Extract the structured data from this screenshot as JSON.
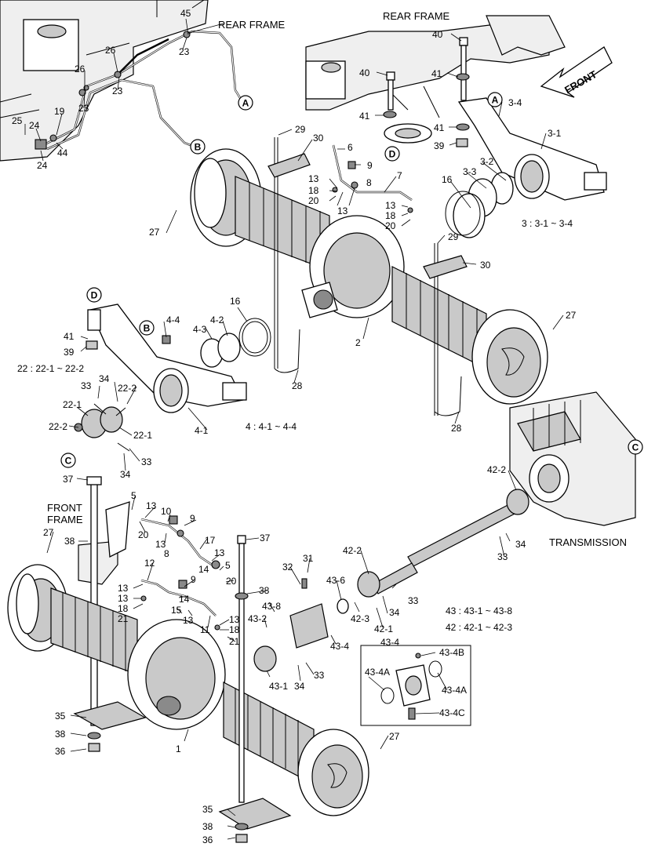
{
  "labels": {
    "rear_frame_left": "REAR FRAME",
    "rear_frame_right": "REAR FRAME",
    "front_arrow": "FRONT",
    "front_frame_line1": "FRONT",
    "front_frame_line2": "FRAME",
    "transmission": "TRANSMISSION",
    "group_3": "3 : 3-1 ~ 3-4",
    "group_22": "22 : 22-1 ~ 22-2",
    "group_4": "4 : 4-1 ~ 4-4",
    "group_43": "43 : 43-1 ~ 43-8",
    "group_42": "42 : 42-1 ~ 42-3",
    "inset_title": "43-4"
  },
  "callout_letters": [
    "A",
    "B",
    "C",
    "D"
  ],
  "part_numbers": {
    "rear_lines": [
      "45",
      "23",
      "26",
      "26",
      "23",
      "23",
      "19",
      "25",
      "24",
      "24",
      "44"
    ],
    "rear_axle": [
      "40",
      "40",
      "41",
      "41",
      "41",
      "39",
      "3-4",
      "3-1",
      "3-2",
      "3-3",
      "16",
      "29",
      "30",
      "6",
      "9",
      "7",
      "13",
      "18",
      "20",
      "8",
      "13",
      "13",
      "18",
      "20",
      "27",
      "29",
      "30",
      "2",
      "27",
      "16",
      "28",
      "28"
    ],
    "rear_bracket": [
      "41",
      "39",
      "4-4",
      "4-3",
      "4-2",
      "33",
      "34",
      "22-2",
      "22-1",
      "22-2",
      "22-1",
      "33",
      "34",
      "4-1"
    ],
    "front_axle": [
      "37",
      "5",
      "13",
      "10",
      "9",
      "27",
      "38",
      "20",
      "13",
      "8",
      "17",
      "13",
      "14",
      "37",
      "12",
      "5",
      "13",
      "9",
      "13",
      "18",
      "21",
      "15",
      "14",
      "13",
      "11",
      "13",
      "18",
      "21",
      "20",
      "38",
      "35",
      "38",
      "36",
      "1",
      "27",
      "35",
      "38",
      "36"
    ],
    "drive_shafts": [
      "42-2",
      "34",
      "33",
      "42-2",
      "31",
      "32",
      "43-6",
      "33",
      "43-8",
      "43-2",
      "42-3",
      "34",
      "42-1",
      "43-4",
      "43-1",
      "34",
      "33"
    ],
    "inset_43_4": [
      "43-4B",
      "43-4A",
      "43-4A",
      "43-4C"
    ]
  }
}
